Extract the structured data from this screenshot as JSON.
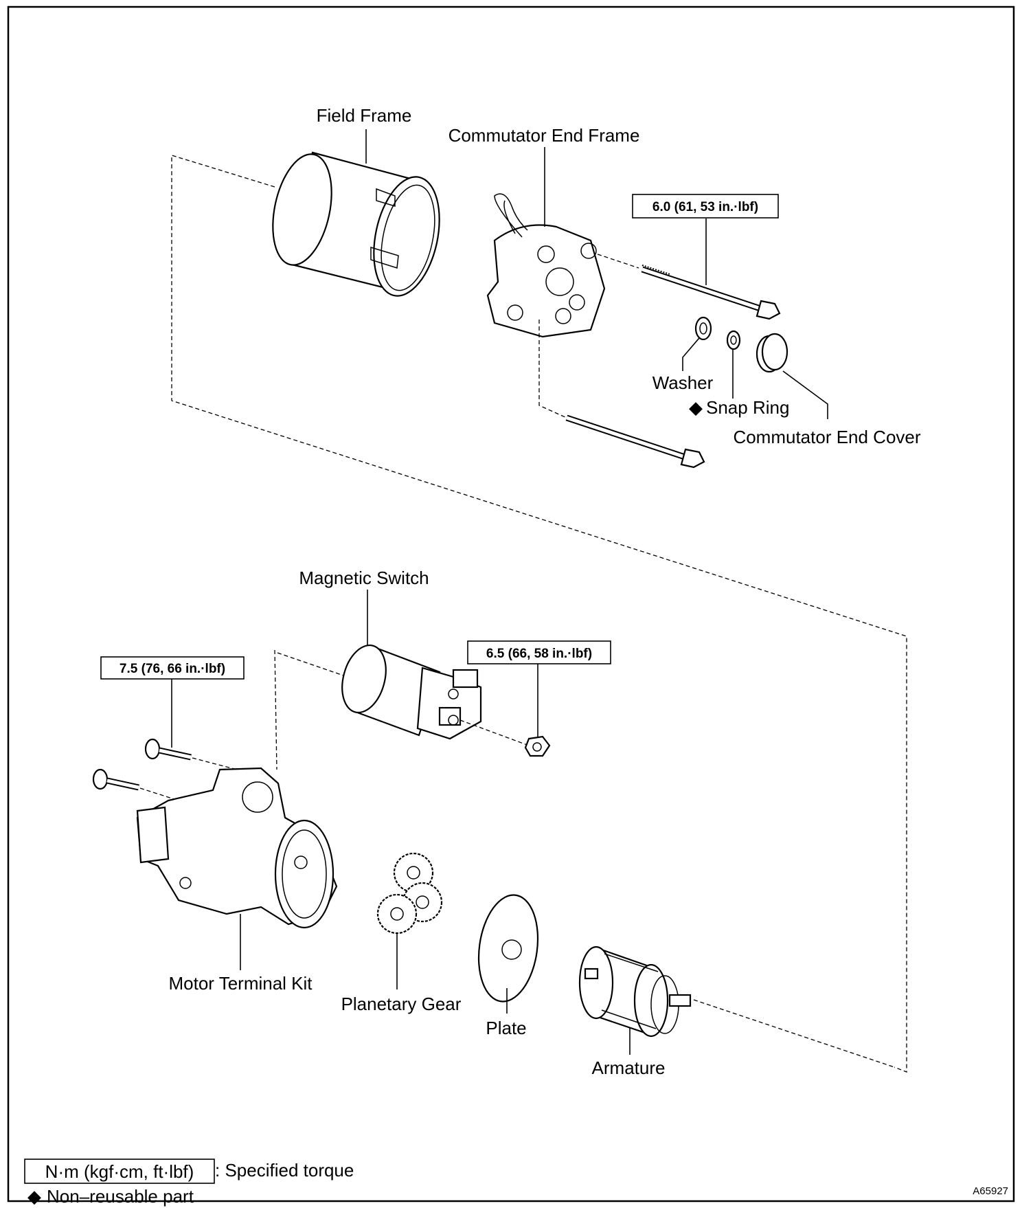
{
  "labels": {
    "field_frame": "Field Frame",
    "commutator_end_frame": "Commutator End Frame",
    "washer": "Washer",
    "snap_ring": "Snap Ring",
    "commutator_end_cover": "Commutator End Cover",
    "magnetic_switch": "Magnetic Switch",
    "motor_terminal_kit": "Motor Terminal Kit",
    "planetary_gear": "Planetary Gear",
    "plate": "Plate",
    "armature": "Armature"
  },
  "torques": {
    "through_bolt": "6.0 (61, 53 in.·lbf)",
    "switch_nut": "6.5 (66, 58 in.·lbf)",
    "switch_bolt": "7.5 (76, 66 in.·lbf)"
  },
  "legend": {
    "torque_unit": "N·m (kgf·cm, ft·lbf)",
    "torque_desc": ": Specified torque",
    "nonreusable_symbol": "◆",
    "nonreusable_desc": "Non–reusable part"
  },
  "figure_id": "A65927"
}
